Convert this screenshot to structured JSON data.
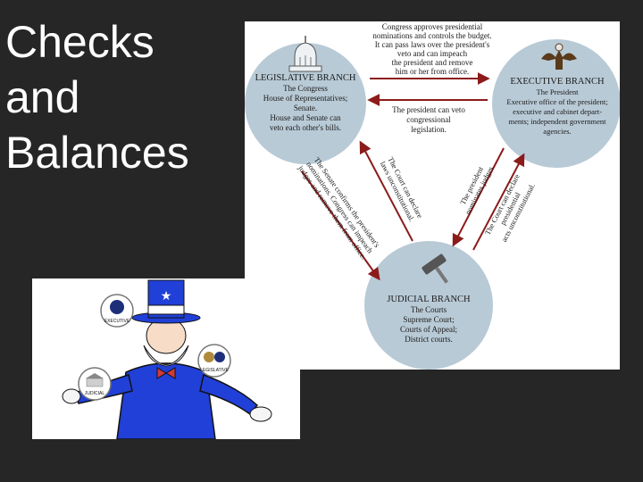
{
  "slide_title": [
    "Checks",
    "and",
    "Balances"
  ],
  "colors": {
    "background": "#262626",
    "circle_fill": "#b8cad6",
    "arrow": "#8c1b1b",
    "suit_blue": "#2140d8",
    "beard": "#ffffff"
  },
  "branches": {
    "legislative": {
      "title": "LEGISLATIVE BRANCH",
      "lines": [
        "The Congress",
        "House of Representatives;",
        "Senate.",
        "House and Senate can",
        "veto each other's bills."
      ]
    },
    "executive": {
      "title": "EXECUTIVE BRANCH",
      "lines": [
        "The President",
        "Executive office of the president;",
        "executive and cabinet depart-",
        "ments; independent government",
        "agencies."
      ]
    },
    "judicial": {
      "title": "JUDICIAL BRANCH",
      "lines": [
        "The Courts",
        "Supreme Court;",
        "Courts of Appeal;",
        "District courts."
      ]
    }
  },
  "checks": {
    "congress_on_president": [
      "Congress approves presidential",
      "nominations and controls the budget.",
      "It can pass laws over the president's",
      "veto and can impeach",
      "the president and remove",
      "him or her from office."
    ],
    "president_on_congress": [
      "The president can veto",
      "congressional",
      "legislation."
    ],
    "court_on_congress": [
      "The Court can declare",
      "laws unconstitutional."
    ],
    "senate_on_court": [
      "The Senate confirms the president's",
      "nominations. Congress can impeach",
      "judges and remove them from office."
    ],
    "president_on_court": [
      "The president",
      "nominates judges."
    ],
    "court_on_president": [
      "The Court can declare",
      "presidential",
      "acts unconstitutional."
    ]
  },
  "cartoon": {
    "executive_label": "EXECUTIVE",
    "legislative_label": "LEGISLATIVE",
    "judicial_label": "JUDICIAL"
  }
}
